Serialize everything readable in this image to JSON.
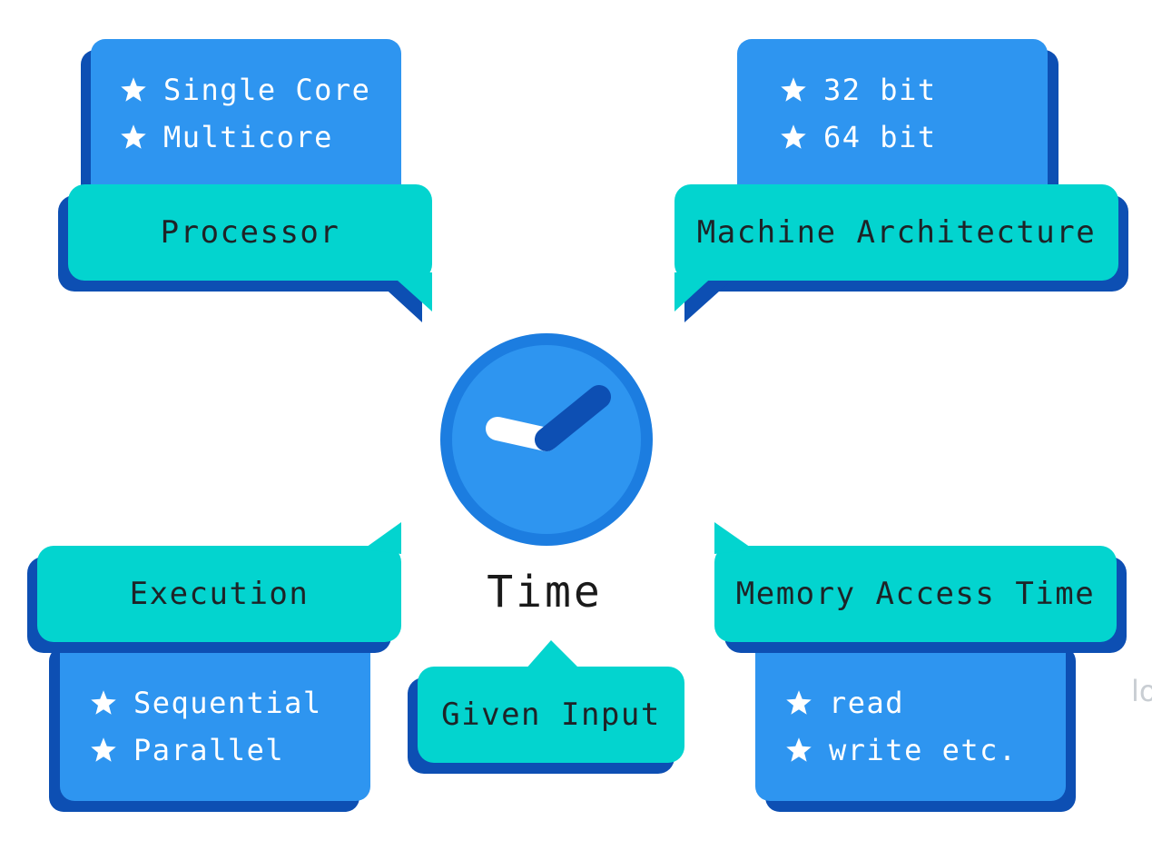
{
  "colors": {
    "card_blue": "#2e95f0",
    "shadow_navy": "#0d4fb3",
    "label_teal": "#03d4cf",
    "clock_ring": "#1c7de0",
    "text_dark": "#1e2327"
  },
  "center": {
    "title": "Time",
    "clock_icon": "clock-icon",
    "input_label": "Given Input"
  },
  "processor": {
    "label": "Processor",
    "items": [
      "Single Core",
      "Multicore"
    ]
  },
  "architecture": {
    "label": "Machine Architecture",
    "items": [
      "32 bit",
      "64 bit"
    ]
  },
  "execution": {
    "label": "Execution",
    "items": [
      "Sequential",
      "Parallel"
    ]
  },
  "memory": {
    "label": "Memory Access Time",
    "items": [
      "read",
      "write etc."
    ]
  },
  "cropped_text": "lo",
  "bullet_icon": "star-icon"
}
